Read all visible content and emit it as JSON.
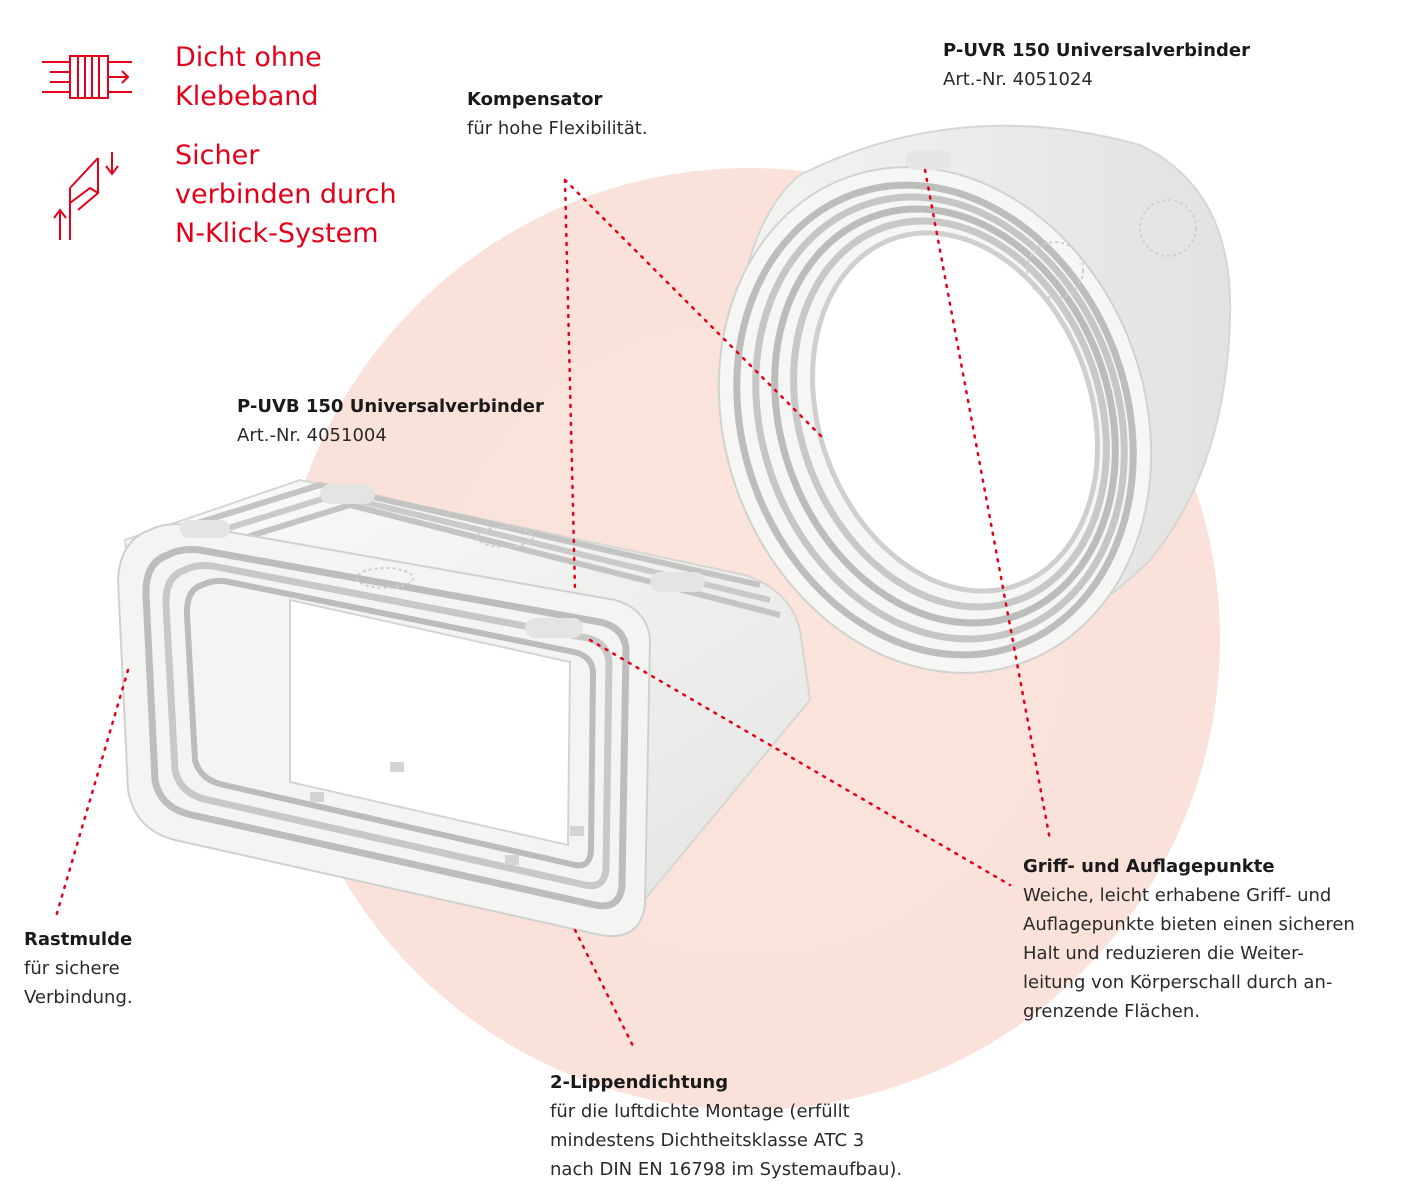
{
  "colors": {
    "accent": "#e3001b",
    "circle": "#fae2da",
    "product": "#f2f2f0",
    "seal": "#c9c9c9"
  },
  "features": [
    {
      "icon": "sealed-connector-icon",
      "lines": [
        "Dicht ohne",
        "Klebeband"
      ]
    },
    {
      "icon": "click-connect-icon",
      "lines": [
        "Sicher",
        "verbinden durch",
        "N-Klick-System"
      ]
    }
  ],
  "products": {
    "rectangular": {
      "title": "P-UVB 150 Universalverbinder",
      "article": "Art.-Nr. 4051004"
    },
    "round": {
      "title": "P-UVR 150 Universalverbinder",
      "article": "Art.-Nr. 4051024"
    }
  },
  "callouts": {
    "kompensator": {
      "title": "Kompensator",
      "lines": [
        "für hohe Flexibilität."
      ]
    },
    "rastmulde": {
      "title": "Rastmulde",
      "lines": [
        "für sichere",
        "Verbindung."
      ]
    },
    "lippendichtung": {
      "title": "2-Lippendichtung",
      "lines": [
        "für die luftdichte Montage (erfüllt",
        "mindestens Dichtheitsklasse ATC 3",
        "nach DIN EN 16798 im Systemaufbau)."
      ]
    },
    "griffpunkte": {
      "title": "Griff- und Auflagepunkte",
      "lines": [
        "Weiche, leicht erhabene Griff- und",
        "Auflagepunkte bieten einen sicheren",
        "Halt und reduzieren die Weiter-",
        "leitung von Körperschall durch an-",
        "grenzende Flächen."
      ]
    }
  }
}
